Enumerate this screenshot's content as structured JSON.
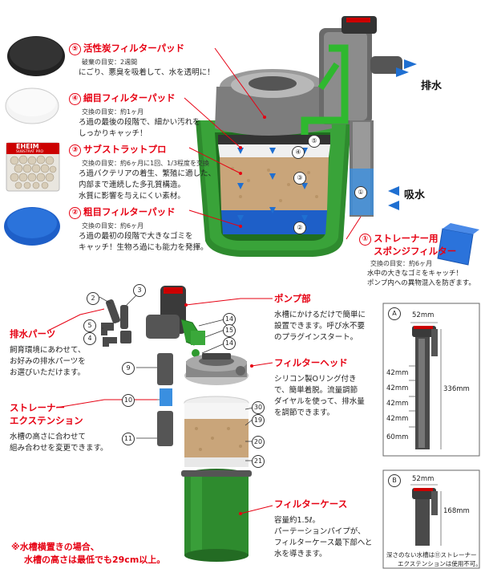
{
  "top_labels": {
    "outlet": "排水",
    "inlet": "吸水"
  },
  "media": [
    {
      "num": "⑤",
      "title": "活性炭フィルターパッド",
      "sub": "破棄の目安：2週間",
      "lines": [
        "にごり、悪臭を吸着して、水を透明に！"
      ]
    },
    {
      "num": "④",
      "title": "細目フィルターパッド",
      "sub": "交換の目安：約1ヶ月",
      "lines": [
        "ろ過の最後の段階で、細かい汚れを",
        "しっかりキャッチ！"
      ]
    },
    {
      "num": "③",
      "title": "サブストラットプロ",
      "sub": "交換の目安：約6ヶ月に1回、1/3程度を交換",
      "lines": [
        "ろ過バクテリアの着生、繁殖に適した、",
        "内部まで連続した多孔質構造。",
        "水質に影響を与えにくい素材。"
      ]
    },
    {
      "num": "②",
      "title": "粗目フィルターパッド",
      "sub": "交換の目安：約6ヶ月",
      "lines": [
        "ろ過の最初の段階で大きなゴミを",
        "キャッチ！生物ろ過にも能力を発揮。"
      ]
    }
  ],
  "substrat_brand": "EHEIM",
  "substrat_brand_sub": "SUBSTRAT PRO",
  "strainer": {
    "num": "①",
    "title_lines": [
      "ストレーナー用",
      "スポンジフィルター"
    ],
    "sub": "交換の目安：約6ヶ月",
    "lines": [
      "水中の大きなゴミをキャッチ！",
      "ポンプ内への異物混入を防ぎます。"
    ]
  },
  "diagram_numbers": [
    "①",
    "②",
    "③",
    "④",
    "⑤"
  ],
  "exploded_numbers": [
    "2",
    "3",
    "5",
    "4",
    "14",
    "15",
    "14",
    "9",
    "10",
    "11",
    "30",
    "19",
    "20",
    "21"
  ],
  "parts": {
    "outlet": {
      "title": "排水パーツ",
      "lines": [
        "飼育環境にあわせて、",
        "お好みの排水パーツを",
        "お選びいただけます。"
      ]
    },
    "extension": {
      "title_lines": [
        "ストレーナー",
        "エクステンション"
      ],
      "lines": [
        "水槽の高さに合わせて",
        "組み合わせを変更できます。"
      ]
    },
    "pump": {
      "title": "ポンプ部",
      "lines": [
        "水槽にかけるだけで簡単に",
        "設置できます。呼び水不要",
        "のプラグインスタート。"
      ]
    },
    "head": {
      "title": "フィルターヘッド",
      "lines": [
        "シリコン製Oリング付き",
        "で、簡単着脱。流量調節",
        "ダイヤルを使って、排水量",
        "を調節できます。"
      ]
    },
    "case": {
      "title": "フィルターケース",
      "lines": [
        "容量約1.5ℓ。",
        "パーテーションパイプが、",
        "フィルターケース最下部へと",
        "水を導きます。"
      ]
    }
  },
  "bottom_note": [
    "※水槽横置きの場合、",
    "水槽の高さは最低でも29cm以上。"
  ],
  "dimensions": {
    "a": {
      "label": "A",
      "width": "52mm",
      "height": "336mm",
      "segments": [
        "42mm",
        "42mm",
        "42mm",
        "42mm",
        "60mm"
      ]
    },
    "b": {
      "label": "B",
      "width": "52mm",
      "height": "168mm",
      "note": [
        "深さのない水槽は⑪ストレーナー",
        "エクステンションは使用不可。"
      ]
    }
  },
  "colors": {
    "accent_red": "#e60012",
    "green": "#2e8b2e",
    "arrow_blue": "#1f6fd1",
    "media_tan": "#c9a57a",
    "pad_blue": "#1e5fc8"
  }
}
